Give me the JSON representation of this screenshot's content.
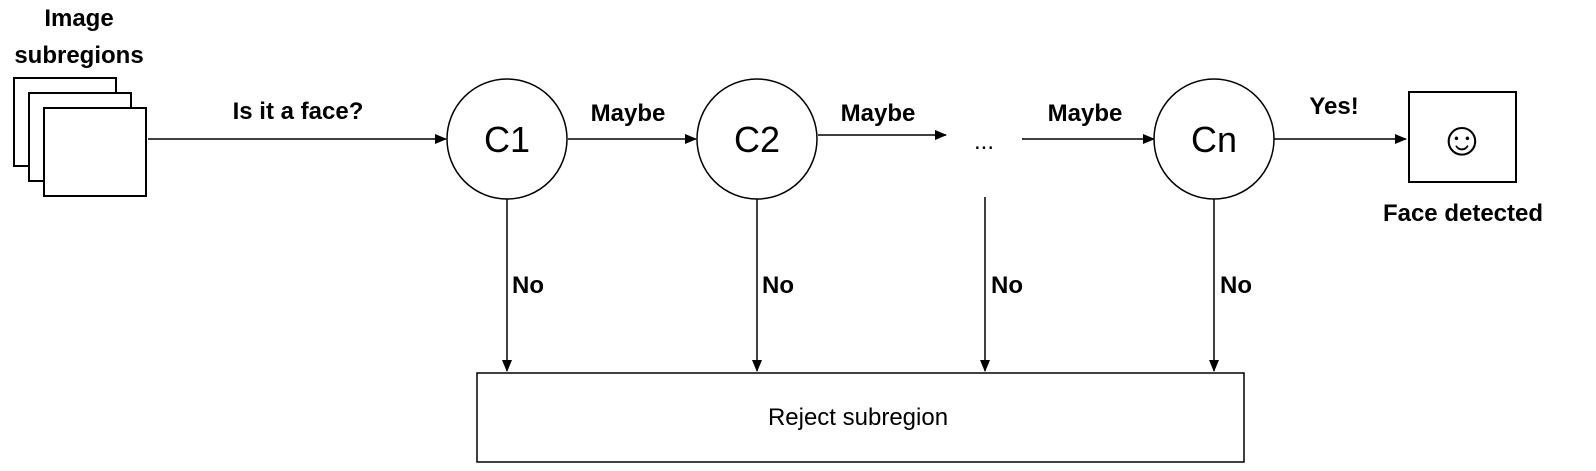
{
  "input": {
    "title_line1": "Image",
    "title_line2": "subregions"
  },
  "edges": {
    "question": "Is it a face?",
    "maybe_1": "Maybe",
    "maybe_2": "Maybe",
    "maybe_3": "Maybe",
    "yes": "Yes!",
    "no_1": "No",
    "no_2": "No",
    "no_3": "No",
    "no_4": "No"
  },
  "classifiers": {
    "c1": "C1",
    "c2": "C2",
    "ellipsis": "...",
    "cn": "Cn"
  },
  "output": {
    "face_icon": "☺",
    "label": "Face detected"
  },
  "reject": {
    "label": "Reject subregion"
  },
  "colors": {
    "stroke": "#000000",
    "fill": "#ffffff"
  }
}
